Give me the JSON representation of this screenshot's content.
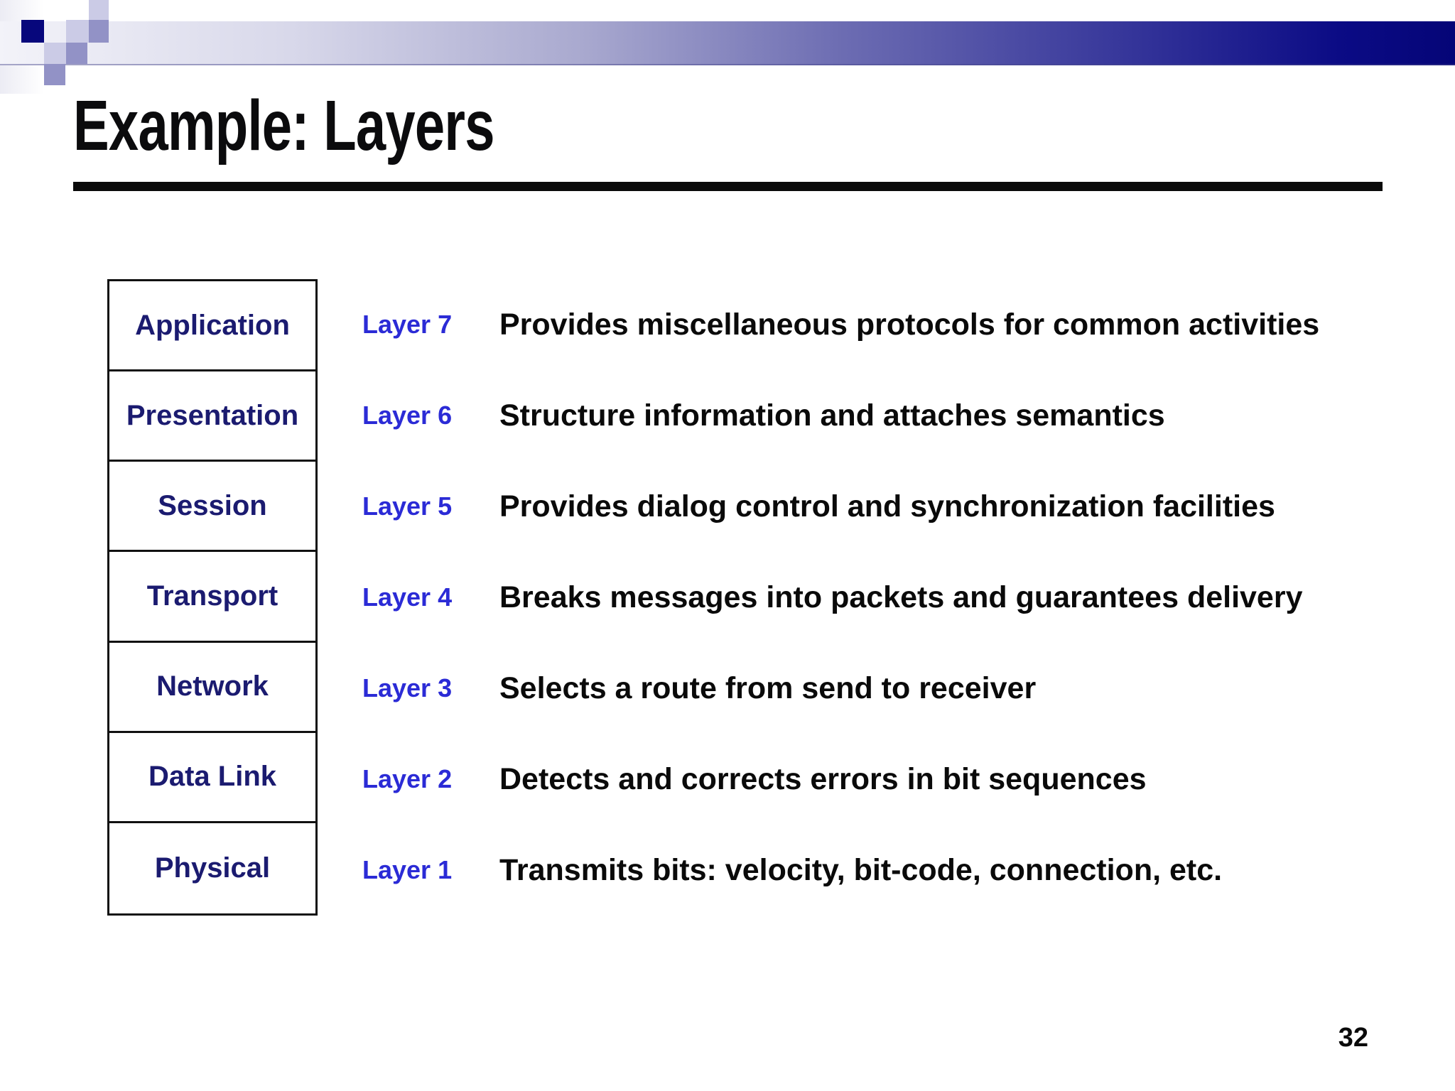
{
  "slide": {
    "title": "Example: Layers",
    "page_number": "32"
  },
  "colors": {
    "navy_square": "#07077c",
    "light_square": "#cbcbe6",
    "medium_square": "#9292c6",
    "bar_gradient_start": "#f3f3f9",
    "bar_gradient_end": "#050577",
    "box_label": "#1b1b70",
    "layer_label": "#2b2bd6",
    "description": "#0a0a0a"
  },
  "layers": [
    {
      "box": "Application",
      "layer": "Layer 7",
      "description": "Provides miscellaneous protocols for common activities"
    },
    {
      "box": "Presentation",
      "layer": "Layer 6",
      "description": "Structure information and attaches semantics"
    },
    {
      "box": "Session",
      "layer": "Layer 5",
      "description": "Provides dialog control and synchronization facilities"
    },
    {
      "box": "Transport",
      "layer": "Layer 4",
      "description": "Breaks messages into packets and guarantees delivery"
    },
    {
      "box": "Network",
      "layer": "Layer 3",
      "description": "Selects a route from send to receiver"
    },
    {
      "box": "Data Link",
      "layer": "Layer 2",
      "description": "Detects and corrects errors in bit sequences"
    },
    {
      "box": "Physical",
      "layer": "Layer 1",
      "description": "Transmits bits: velocity, bit-code, connection, etc."
    }
  ]
}
